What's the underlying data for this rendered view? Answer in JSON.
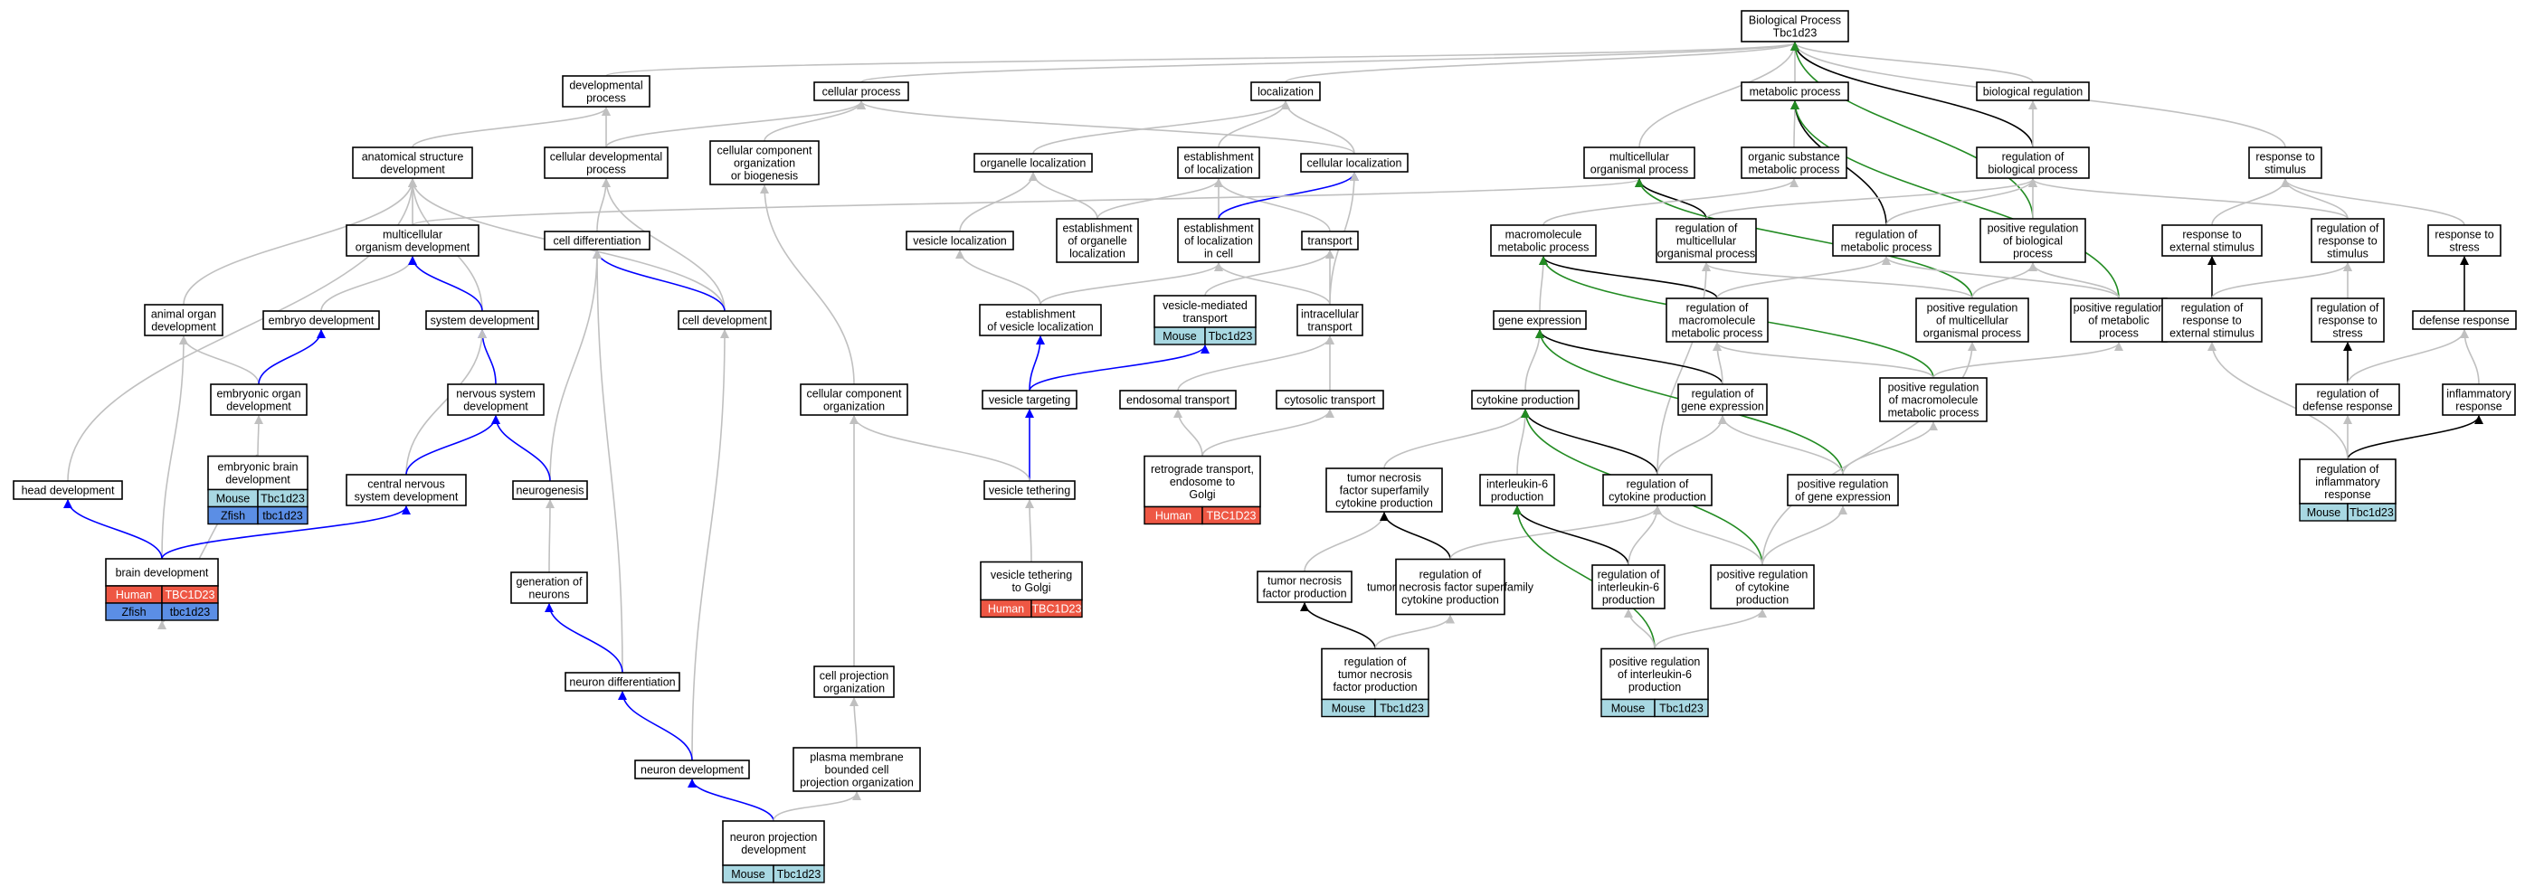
{
  "colors": {
    "gray": "#c0c0c0",
    "blue": "#0000ff",
    "black": "#000000",
    "green": "#228b22",
    "Human": "#ee5744",
    "Mouse": "#a8d8e2",
    "Zfish": "#5b8ee5"
  },
  "nodes": [
    {
      "id": "bp",
      "lines": [
        "Biological Process",
        "Tbc1d23"
      ]
    },
    {
      "id": "dev_proc",
      "lines": [
        "developmental",
        "process"
      ]
    },
    {
      "id": "cell_proc",
      "lines": [
        "cellular process"
      ]
    },
    {
      "id": "localization",
      "lines": [
        "localization"
      ]
    },
    {
      "id": "metabolic",
      "lines": [
        "metabolic process"
      ]
    },
    {
      "id": "bio_reg",
      "lines": [
        "biological regulation"
      ]
    },
    {
      "id": "anat_dev",
      "lines": [
        "anatomical structure",
        "development"
      ]
    },
    {
      "id": "cell_dev_proc",
      "lines": [
        "cellular developmental",
        "process"
      ]
    },
    {
      "id": "ccob",
      "lines": [
        "cellular component",
        "organization",
        "or biogenesis"
      ]
    },
    {
      "id": "organelle_loc",
      "lines": [
        "organelle localization"
      ]
    },
    {
      "id": "estab_loc",
      "lines": [
        "establishment",
        "of localization"
      ]
    },
    {
      "id": "cell_loc",
      "lines": [
        "cellular localization"
      ]
    },
    {
      "id": "multi_org_proc",
      "lines": [
        "multicellular",
        "organismal process"
      ]
    },
    {
      "id": "org_sub_met",
      "lines": [
        "organic substance",
        "metabolic process"
      ]
    },
    {
      "id": "reg_bio",
      "lines": [
        "regulation of",
        "biological process"
      ]
    },
    {
      "id": "resp_stim",
      "lines": [
        "response to",
        "stimulus"
      ]
    },
    {
      "id": "multi_org_dev",
      "lines": [
        "multicellular",
        "organism development"
      ]
    },
    {
      "id": "cell_diff",
      "lines": [
        "cell differentiation"
      ]
    },
    {
      "id": "vesicle_loc",
      "lines": [
        "vesicle localization"
      ]
    },
    {
      "id": "estab_organelle",
      "lines": [
        "establishment",
        "of organelle",
        "localization"
      ]
    },
    {
      "id": "estab_loc_cell",
      "lines": [
        "establishment",
        "of localization",
        "in cell"
      ]
    },
    {
      "id": "transport",
      "lines": [
        "transport"
      ]
    },
    {
      "id": "macro_met",
      "lines": [
        "macromolecule",
        "metabolic process"
      ]
    },
    {
      "id": "reg_multi_org",
      "lines": [
        "regulation of",
        "multicellular",
        "organismal process"
      ]
    },
    {
      "id": "reg_met",
      "lines": [
        "regulation of",
        "metabolic process"
      ]
    },
    {
      "id": "pos_reg_bio",
      "lines": [
        "positive regulation",
        "of biological",
        "process"
      ]
    },
    {
      "id": "resp_ext",
      "lines": [
        "response to",
        "external stimulus"
      ]
    },
    {
      "id": "reg_resp_stim",
      "lines": [
        "regulation of",
        "response to",
        "stimulus"
      ]
    },
    {
      "id": "resp_stress",
      "lines": [
        "response to",
        "stress"
      ]
    },
    {
      "id": "animal_organ",
      "lines": [
        "animal organ",
        "development"
      ]
    },
    {
      "id": "embryo_dev",
      "lines": [
        "embryo development"
      ]
    },
    {
      "id": "system_dev",
      "lines": [
        "system development"
      ]
    },
    {
      "id": "cell_devel",
      "lines": [
        "cell development"
      ]
    },
    {
      "id": "estab_vesicle",
      "lines": [
        "establishment",
        "of vesicle localization"
      ]
    },
    {
      "id": "ves_med_transport",
      "lines": [
        "vesicle-mediated",
        "transport"
      ],
      "genes": [
        [
          "Mouse",
          "Tbc1d23"
        ]
      ]
    },
    {
      "id": "intracell_transport",
      "lines": [
        "intracellular",
        "transport"
      ]
    },
    {
      "id": "gene_expr",
      "lines": [
        "gene expression"
      ]
    },
    {
      "id": "reg_macro_met",
      "lines": [
        "regulation of",
        "macromolecule",
        "metabolic process"
      ]
    },
    {
      "id": "pos_reg_multi",
      "lines": [
        "positive regulation",
        "of multicellular",
        "organismal process"
      ]
    },
    {
      "id": "pos_reg_met",
      "lines": [
        "positive regulation",
        "of metabolic",
        "process"
      ]
    },
    {
      "id": "reg_resp_ext",
      "lines": [
        "regulation of",
        "response to",
        "external stimulus"
      ]
    },
    {
      "id": "reg_resp_stress",
      "lines": [
        "regulation of",
        "response to",
        "stress"
      ]
    },
    {
      "id": "defense_resp",
      "lines": [
        "defense response"
      ]
    },
    {
      "id": "emb_organ",
      "lines": [
        "embryonic organ",
        "development"
      ]
    },
    {
      "id": "nervous_sys",
      "lines": [
        "nervous system",
        "development"
      ]
    },
    {
      "id": "ccorg",
      "lines": [
        "cellular component",
        "organization"
      ]
    },
    {
      "id": "vesicle_target",
      "lines": [
        "vesicle targeting"
      ]
    },
    {
      "id": "endosomal_transport",
      "lines": [
        "endosomal transport"
      ]
    },
    {
      "id": "cytosolic_transport",
      "lines": [
        "cytosolic transport"
      ]
    },
    {
      "id": "cytokine_prod",
      "lines": [
        "cytokine production"
      ]
    },
    {
      "id": "reg_gene_expr",
      "lines": [
        "regulation of",
        "gene expression"
      ]
    },
    {
      "id": "pos_reg_macro",
      "lines": [
        "positive regulation",
        "of macromolecule",
        "metabolic process"
      ]
    },
    {
      "id": "reg_defense",
      "lines": [
        "regulation of",
        "defense response"
      ]
    },
    {
      "id": "inflam_resp",
      "lines": [
        "inflammatory",
        "response"
      ]
    },
    {
      "id": "emb_brain",
      "lines": [
        "embryonic brain",
        "development"
      ],
      "genes": [
        [
          "Mouse",
          "Tbc1d23"
        ],
        [
          "Zfish",
          "tbc1d23"
        ]
      ]
    },
    {
      "id": "head_dev",
      "lines": [
        "head development"
      ]
    },
    {
      "id": "cns_dev",
      "lines": [
        "central nervous",
        "system development"
      ]
    },
    {
      "id": "neurogenesis",
      "lines": [
        "neurogenesis"
      ]
    },
    {
      "id": "tnf_sf",
      "lines": [
        "tumor necrosis",
        "factor superfamily",
        "cytokine production"
      ]
    },
    {
      "id": "il6_prod",
      "lines": [
        "interleukin-6",
        "production"
      ]
    },
    {
      "id": "reg_cytokine",
      "lines": [
        "regulation of",
        "cytokine production"
      ]
    },
    {
      "id": "pos_reg_gene",
      "lines": [
        "positive regulation",
        "of gene expression"
      ]
    },
    {
      "id": "vesicle_tether",
      "lines": [
        "vesicle tethering"
      ]
    },
    {
      "id": "retro_transport",
      "lines": [
        "retrograde transport,",
        "endosome to",
        "Golgi"
      ],
      "genes": [
        [
          "Human",
          "TBC1D23"
        ]
      ]
    },
    {
      "id": "reg_inflam",
      "lines": [
        "regulation of",
        "inflammatory",
        "response"
      ],
      "genes": [
        [
          "Mouse",
          "Tbc1d23"
        ]
      ]
    },
    {
      "id": "brain_dev",
      "lines": [
        "brain development"
      ],
      "genes": [
        [
          "Human",
          "TBC1D23"
        ],
        [
          "Zfish",
          "tbc1d23"
        ]
      ]
    },
    {
      "id": "gen_neurons",
      "lines": [
        "generation of",
        "neurons"
      ]
    },
    {
      "id": "ves_tether_golgi",
      "lines": [
        "vesicle tethering",
        "to Golgi"
      ],
      "genes": [
        [
          "Human",
          "TBC1D23"
        ]
      ]
    },
    {
      "id": "tnf_prod",
      "lines": [
        "tumor necrosis",
        "factor production"
      ]
    },
    {
      "id": "reg_tnf_sf",
      "lines": [
        "regulation of",
        "tumor necrosis factor superfamily",
        "cytokine production"
      ]
    },
    {
      "id": "reg_il6",
      "lines": [
        "regulation of",
        "interleukin-6",
        "production"
      ]
    },
    {
      "id": "pos_reg_cytokine",
      "lines": [
        "positive regulation",
        "of cytokine",
        "production"
      ]
    },
    {
      "id": "neuron_diff",
      "lines": [
        "neuron differentiation"
      ]
    },
    {
      "id": "cell_proj_org",
      "lines": [
        "cell projection",
        "organization"
      ]
    },
    {
      "id": "reg_tnf",
      "lines": [
        "regulation of",
        "tumor necrosis",
        "factor production"
      ],
      "genes": [
        [
          "Mouse",
          "Tbc1d23"
        ]
      ]
    },
    {
      "id": "pos_reg_il6",
      "lines": [
        "positive regulation",
        "of interleukin-6",
        "production"
      ],
      "genes": [
        [
          "Mouse",
          "Tbc1d23"
        ]
      ]
    },
    {
      "id": "neuron_dev",
      "lines": [
        "neuron development"
      ]
    },
    {
      "id": "pm_bounded",
      "lines": [
        "plasma membrane",
        "bounded cell",
        "projection organization"
      ]
    },
    {
      "id": "neuron_proj_dev",
      "lines": [
        "neuron projection",
        "development"
      ],
      "genes": [
        [
          "Mouse",
          "Tbc1d23"
        ]
      ]
    }
  ],
  "edges": [
    [
      "dev_proc",
      "bp",
      "gray"
    ],
    [
      "cell_proc",
      "bp",
      "gray"
    ],
    [
      "localization",
      "bp",
      "gray"
    ],
    [
      "metabolic",
      "bp",
      "gray"
    ],
    [
      "bio_reg",
      "bp",
      "gray"
    ],
    [
      "multi_org_proc",
      "bp",
      "gray"
    ],
    [
      "resp_stim",
      "bp",
      "gray"
    ],
    [
      "reg_bio",
      "bp",
      "black"
    ],
    [
      "pos_reg_bio",
      "bp",
      "green"
    ],
    [
      "anat_dev",
      "dev_proc",
      "gray"
    ],
    [
      "cell_dev_proc",
      "dev_proc",
      "gray"
    ],
    [
      "cell_dev_proc",
      "cell_proc",
      "gray"
    ],
    [
      "ccob",
      "cell_proc",
      "gray"
    ],
    [
      "cell_loc",
      "cell_proc",
      "gray"
    ],
    [
      "organelle_loc",
      "localization",
      "gray"
    ],
    [
      "estab_loc",
      "localization",
      "gray"
    ],
    [
      "cell_loc",
      "localization",
      "gray"
    ],
    [
      "org_sub_met",
      "metabolic",
      "gray"
    ],
    [
      "reg_met",
      "metabolic",
      "black"
    ],
    [
      "pos_reg_met",
      "metabolic",
      "green"
    ],
    [
      "reg_bio",
      "bio_reg",
      "gray"
    ],
    [
      "multi_org_dev",
      "anat_dev",
      "gray"
    ],
    [
      "animal_organ",
      "anat_dev",
      "gray"
    ],
    [
      "system_dev",
      "anat_dev",
      "gray"
    ],
    [
      "cell_devel",
      "anat_dev",
      "gray"
    ],
    [
      "head_dev",
      "anat_dev",
      "gray"
    ],
    [
      "cell_diff",
      "cell_dev_proc",
      "gray"
    ],
    [
      "cell_devel",
      "cell_dev_proc",
      "gray"
    ],
    [
      "ccorg",
      "ccob",
      "gray"
    ],
    [
      "vesicle_loc",
      "organelle_loc",
      "gray"
    ],
    [
      "estab_organelle",
      "organelle_loc",
      "gray"
    ],
    [
      "estab_organelle",
      "estab_loc",
      "gray"
    ],
    [
      "estab_loc_cell",
      "estab_loc",
      "gray"
    ],
    [
      "transport",
      "estab_loc",
      "gray"
    ],
    [
      "estab_loc_cell",
      "cell_loc",
      "blue"
    ],
    [
      "intracell_transport",
      "cell_loc",
      "gray"
    ],
    [
      "multi_org_dev",
      "multi_org_proc",
      "gray"
    ],
    [
      "reg_multi_org",
      "multi_org_proc",
      "black"
    ],
    [
      "pos_reg_multi",
      "multi_org_proc",
      "green"
    ],
    [
      "macro_met",
      "org_sub_met",
      "gray"
    ],
    [
      "reg_multi_org",
      "reg_bio",
      "gray"
    ],
    [
      "reg_met",
      "reg_bio",
      "gray"
    ],
    [
      "pos_reg_bio",
      "reg_bio",
      "gray"
    ],
    [
      "reg_resp_stim",
      "reg_bio",
      "gray"
    ],
    [
      "resp_ext",
      "resp_stim",
      "gray"
    ],
    [
      "reg_resp_stim",
      "resp_stim",
      "gray"
    ],
    [
      "resp_stress",
      "resp_stim",
      "gray"
    ],
    [
      "embryo_dev",
      "multi_org_dev",
      "gray"
    ],
    [
      "system_dev",
      "multi_org_dev",
      "blue"
    ],
    [
      "cell_devel",
      "cell_diff",
      "blue"
    ],
    [
      "neurogenesis",
      "cell_diff",
      "gray"
    ],
    [
      "neuron_diff",
      "cell_diff",
      "gray"
    ],
    [
      "estab_vesicle",
      "vesicle_loc",
      "gray"
    ],
    [
      "estab_vesicle",
      "estab_loc_cell",
      "gray"
    ],
    [
      "intracell_transport",
      "estab_loc_cell",
      "gray"
    ],
    [
      "ves_med_transport",
      "transport",
      "gray"
    ],
    [
      "intracell_transport",
      "transport",
      "gray"
    ],
    [
      "gene_expr",
      "macro_met",
      "gray"
    ],
    [
      "reg_macro_met",
      "macro_met",
      "black"
    ],
    [
      "pos_reg_macro",
      "macro_met",
      "green"
    ],
    [
      "pos_reg_multi",
      "reg_multi_org",
      "gray"
    ],
    [
      "reg_cytokine",
      "reg_multi_org",
      "gray"
    ],
    [
      "reg_macro_met",
      "reg_met",
      "gray"
    ],
    [
      "pos_reg_met",
      "reg_met",
      "gray"
    ],
    [
      "pos_reg_multi",
      "pos_reg_bio",
      "gray"
    ],
    [
      "pos_reg_met",
      "pos_reg_bio",
      "gray"
    ],
    [
      "reg_resp_ext",
      "resp_ext",
      "black"
    ],
    [
      "reg_resp_ext",
      "reg_resp_stim",
      "gray"
    ],
    [
      "reg_resp_stress",
      "reg_resp_stim",
      "gray"
    ],
    [
      "defense_resp",
      "resp_stress",
      "black"
    ],
    [
      "emb_organ",
      "animal_organ",
      "gray"
    ],
    [
      "brain_dev",
      "animal_organ",
      "gray"
    ],
    [
      "emb_organ",
      "embryo_dev",
      "blue"
    ],
    [
      "nervous_sys",
      "system_dev",
      "blue"
    ],
    [
      "cns_dev",
      "system_dev",
      "gray"
    ],
    [
      "neuron_dev",
      "cell_devel",
      "gray"
    ],
    [
      "vesicle_target",
      "estab_vesicle",
      "blue"
    ],
    [
      "vesicle_target",
      "ves_med_transport",
      "blue"
    ],
    [
      "endosomal_transport",
      "intracell_transport",
      "gray"
    ],
    [
      "cytosolic_transport",
      "intracell_transport",
      "gray"
    ],
    [
      "cytokine_prod",
      "gene_expr",
      "gray"
    ],
    [
      "reg_gene_expr",
      "gene_expr",
      "black"
    ],
    [
      "pos_reg_gene",
      "gene_expr",
      "green"
    ],
    [
      "reg_gene_expr",
      "reg_macro_met",
      "gray"
    ],
    [
      "pos_reg_macro",
      "reg_macro_met",
      "gray"
    ],
    [
      "pos_reg_macro",
      "pos_reg_met",
      "gray"
    ],
    [
      "reg_defense",
      "reg_resp_stress",
      "black"
    ],
    [
      "reg_defense",
      "defense_resp",
      "gray"
    ],
    [
      "inflam_resp",
      "defense_resp",
      "gray"
    ],
    [
      "emb_brain",
      "emb_organ",
      "gray"
    ],
    [
      "cns_dev",
      "nervous_sys",
      "blue"
    ],
    [
      "neurogenesis",
      "nervous_sys",
      "blue"
    ],
    [
      "cell_proj_org",
      "ccorg",
      "gray"
    ],
    [
      "vesicle_tether",
      "vesicle_target",
      "blue"
    ],
    [
      "vesicle_tether",
      "ccorg",
      "gray"
    ],
    [
      "retro_transport",
      "endosomal_transport",
      "gray"
    ],
    [
      "retro_transport",
      "cytosolic_transport",
      "gray"
    ],
    [
      "tnf_sf",
      "cytokine_prod",
      "gray"
    ],
    [
      "il6_prod",
      "cytokine_prod",
      "gray"
    ],
    [
      "reg_cytokine",
      "cytokine_prod",
      "black"
    ],
    [
      "pos_reg_cytokine",
      "cytokine_prod",
      "green"
    ],
    [
      "reg_cytokine",
      "reg_gene_expr",
      "gray"
    ],
    [
      "pos_reg_gene",
      "reg_gene_expr",
      "gray"
    ],
    [
      "pos_reg_gene",
      "pos_reg_macro",
      "gray"
    ],
    [
      "pos_reg_cytokine",
      "pos_reg_multi",
      "gray"
    ],
    [
      "reg_inflam",
      "reg_defense",
      "gray"
    ],
    [
      "reg_inflam",
      "inflam_resp",
      "black"
    ],
    [
      "reg_inflam",
      "reg_resp_ext",
      "gray"
    ],
    [
      "emb_brain",
      "brain_dev",
      "gray"
    ],
    [
      "brain_dev",
      "head_dev",
      "blue"
    ],
    [
      "brain_dev",
      "cns_dev",
      "blue"
    ],
    [
      "gen_neurons",
      "neurogenesis",
      "gray"
    ],
    [
      "ves_tether_golgi",
      "vesicle_tether",
      "gray"
    ],
    [
      "tnf_prod",
      "tnf_sf",
      "gray"
    ],
    [
      "reg_tnf_sf",
      "tnf_sf",
      "black"
    ],
    [
      "reg_tnf_sf",
      "reg_cytokine",
      "gray"
    ],
    [
      "reg_il6",
      "il6_prod",
      "black"
    ],
    [
      "reg_il6",
      "reg_cytokine",
      "gray"
    ],
    [
      "pos_reg_cytokine",
      "reg_cytokine",
      "gray"
    ],
    [
      "pos_reg_cytokine",
      "pos_reg_gene",
      "gray"
    ],
    [
      "neuron_diff",
      "gen_neurons",
      "blue"
    ],
    [
      "reg_tnf",
      "tnf_prod",
      "black"
    ],
    [
      "reg_tnf",
      "reg_tnf_sf",
      "gray"
    ],
    [
      "pos_reg_il6",
      "il6_prod",
      "green"
    ],
    [
      "pos_reg_il6",
      "reg_il6",
      "gray"
    ],
    [
      "pos_reg_il6",
      "pos_reg_cytokine",
      "gray"
    ],
    [
      "neuron_dev",
      "neuron_diff",
      "blue"
    ],
    [
      "pm_bounded",
      "cell_proj_org",
      "gray"
    ],
    [
      "neuron_proj_dev",
      "neuron_dev",
      "blue"
    ],
    [
      "neuron_proj_dev",
      "pm_bounded",
      "gray"
    ]
  ]
}
